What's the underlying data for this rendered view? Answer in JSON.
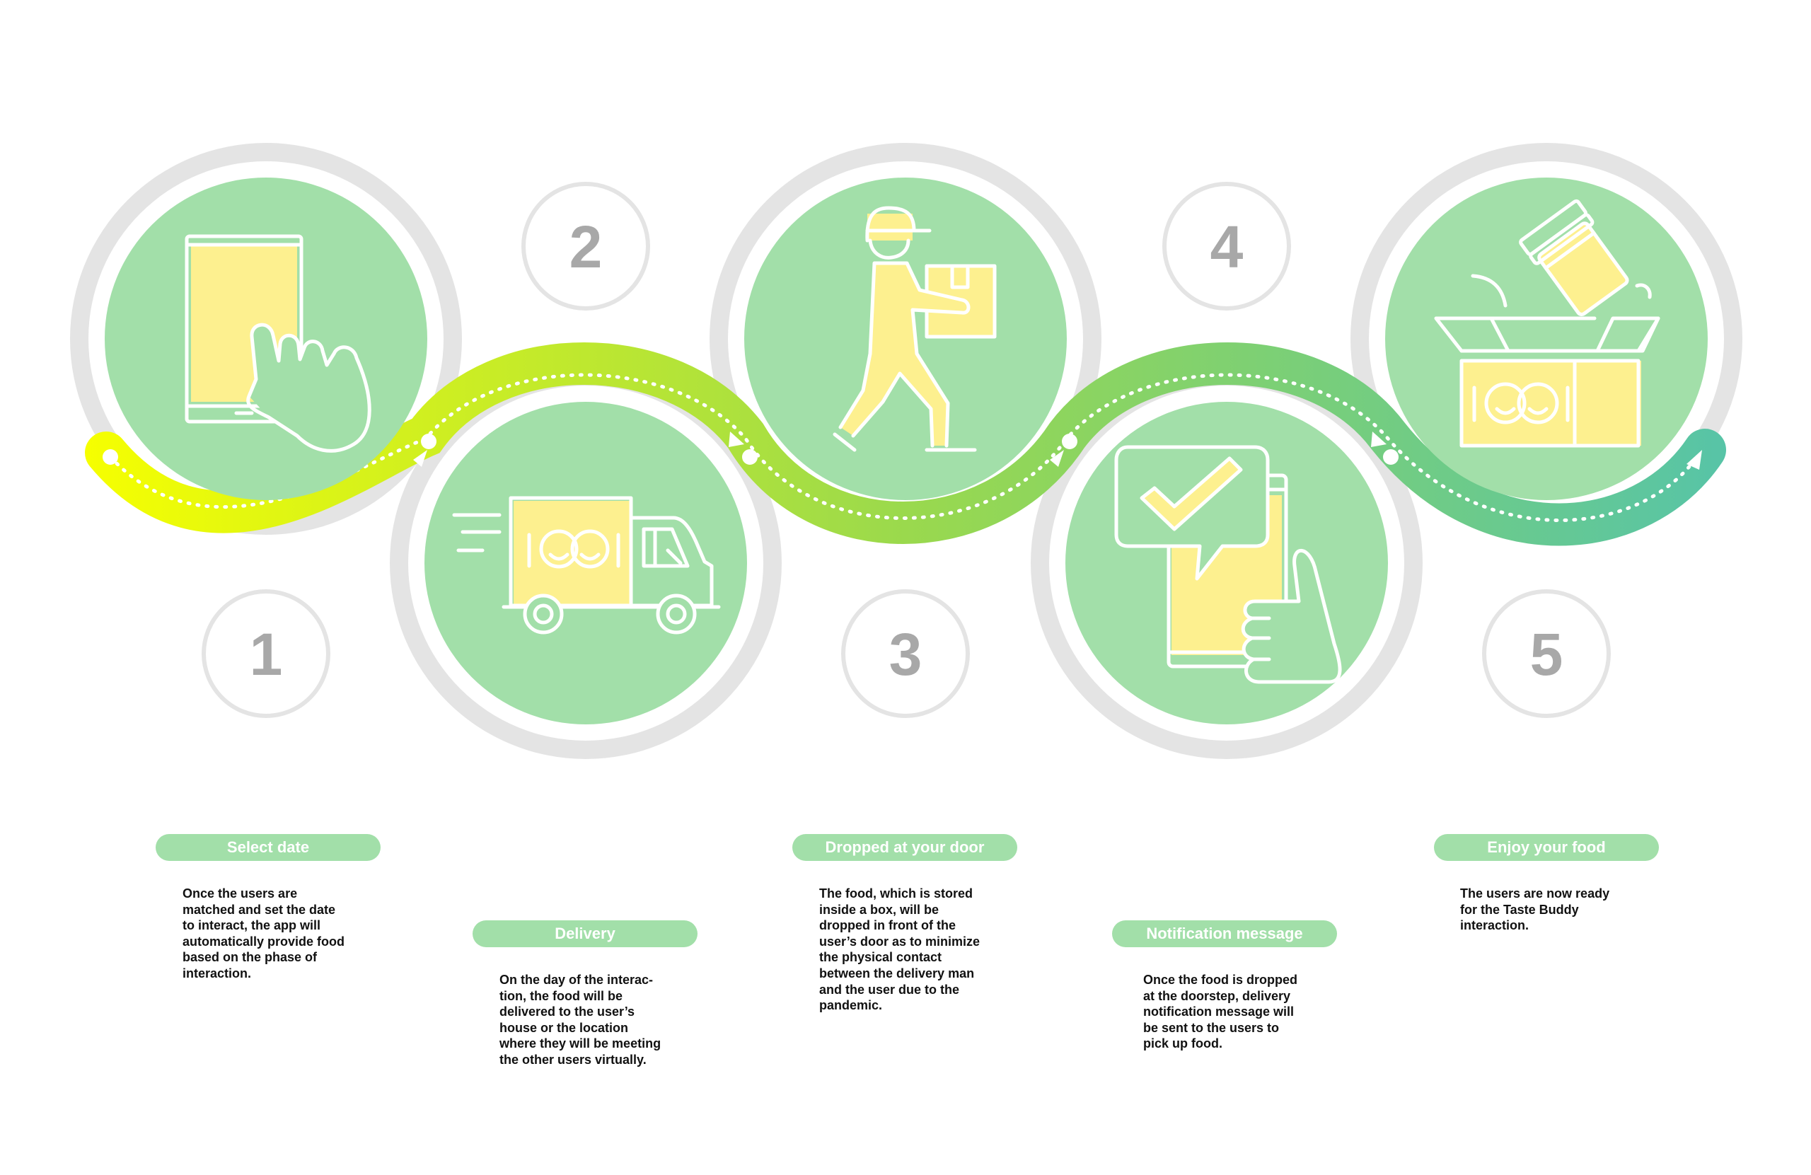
{
  "steps": [
    {
      "number": "1",
      "title": "Select date",
      "description": "Once the users are\nmatched and set the date\nto interact, the app will\nautomatically provide food\nbased on the phase of\ninteraction.",
      "icon": "tablet-tap-icon"
    },
    {
      "number": "2",
      "title": "Delivery",
      "description": "On the day of the interac-\ntion, the food will be\ndelivered to the user’s\nhouse or the location\nwhere they will be meeting\nthe other users virtually.",
      "icon": "delivery-truck-icon"
    },
    {
      "number": "3",
      "title": "Dropped at your door",
      "description": "The food, which is stored\ninside a box, will be\ndropped in front of the\nuser’s door as to minimize\nthe physical contact\nbetween the delivery man\nand the user due to the\npandemic.",
      "icon": "delivery-man-icon"
    },
    {
      "number": "4",
      "title": "Notification message",
      "description": "Once the food is dropped\nat the doorstep, delivery\nnotification message will\nbe sent to the users to\npick up food.",
      "icon": "phone-notification-icon"
    },
    {
      "number": "5",
      "title": "Enjoy your food",
      "description": "The users are now ready\nfor the Taste Buddy\ninteraction.",
      "icon": "food-box-icon"
    }
  ],
  "colors": {
    "ring": "#e4e4e4",
    "circle_fill": "#a2dfa9",
    "pill": "#a2dfa9",
    "icon_fill": "#fdf08f",
    "path_start": "#f6ff00",
    "path_mid": "#9ad94d",
    "path_end": "#57c4a7",
    "number": "#a8a8a8"
  }
}
